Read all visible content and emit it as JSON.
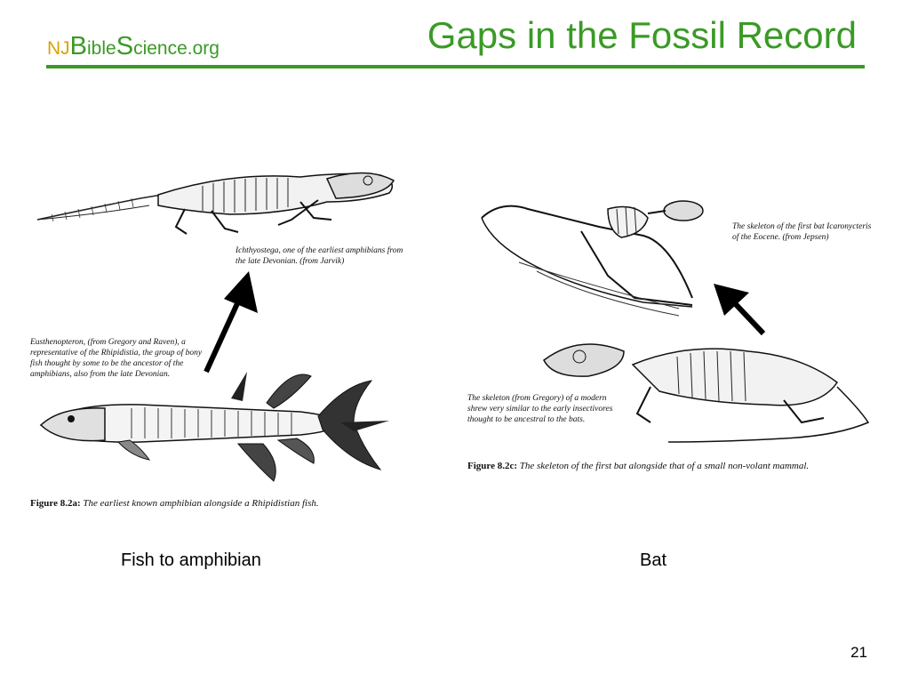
{
  "header": {
    "logo": {
      "nj": "NJ",
      "b": "B",
      "ible": "ible",
      "s": "S",
      "cience": "cience",
      "org": ".org"
    },
    "title": "Gaps in the Fossil Record"
  },
  "left_figure": {
    "amphibian_caption": "Ichthyostega, one of the earliest amphibians from the late Devonian. (from Jarvik)",
    "fish_caption": "Eusthenopteron, (from Gregory and Raven), a representative of the Rhipidistia, the group of bony fish thought by some to be the ancestor of the amphibians, also from the late Devonian.",
    "figure_label": "Figure 8.2a:",
    "figure_text": "The earliest known amphibian alongside a Rhipidistian fish."
  },
  "right_figure": {
    "bat_caption": "The skeleton of the first bat Icaronycteris of the Eocene. (from Jepsen)",
    "mammal_caption": "The skeleton (from Gregory) of a modern shrew very similar to the early insectivores thought to be ancestral to the bats.",
    "figure_label": "Figure 8.2c:",
    "figure_text": "The skeleton of the first bat alongside that of a small non-volant mammal."
  },
  "labels": {
    "left": "Fish to amphibian",
    "right": "Bat"
  },
  "page_number": "21"
}
